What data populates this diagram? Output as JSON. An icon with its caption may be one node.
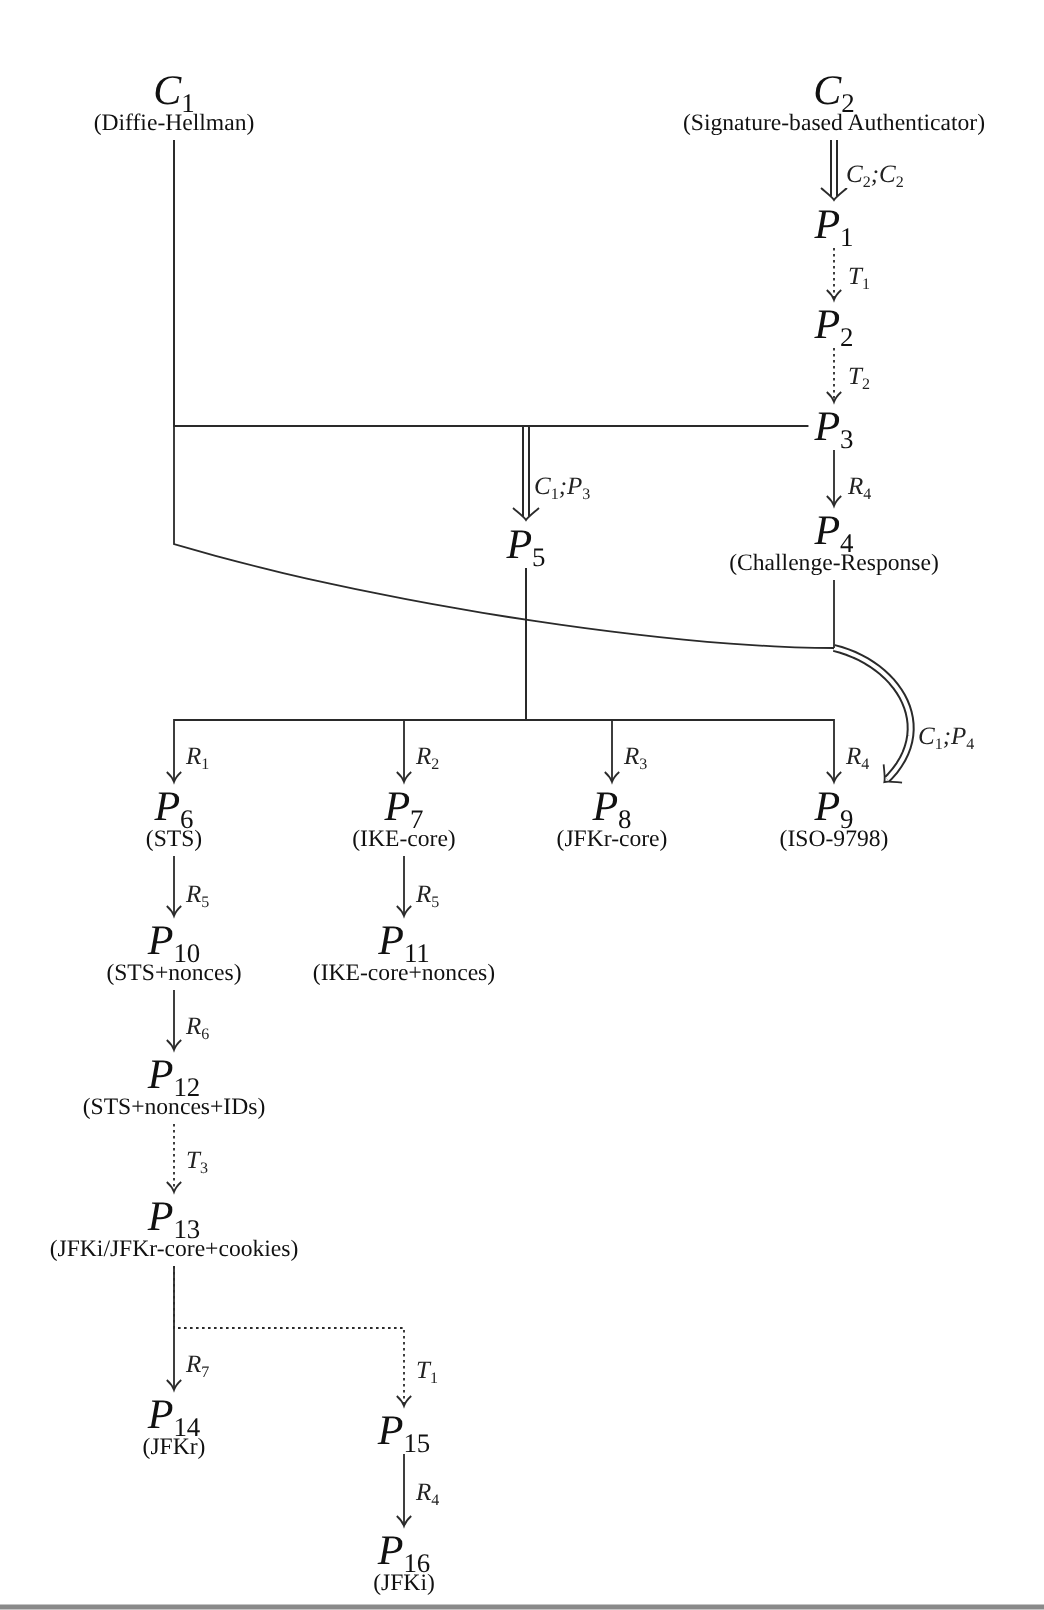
{
  "diagram": {
    "nodes": [
      {
        "text": [
          "C$_{1}$",
          "(Diffie-Hellman)"
        ]
      },
      {
        "text": [
          "C$_{2}$",
          "(Signature-based Authenticator)"
        ]
      },
      {
        "text": [
          "P$_{1}$"
        ]
      },
      {
        "text": [
          "P$_{2}$"
        ]
      },
      {
        "text": [
          "P$_{3}$"
        ]
      },
      {
        "text": [
          "P$_{4}$",
          "(Challenge-Response)"
        ]
      },
      {
        "text": [
          "P$_{5}$"
        ]
      },
      {
        "text": [
          "P$_{6}$",
          "(STS)"
        ]
      },
      {
        "text": [
          "P$_{7}$",
          "(IKE-core)"
        ]
      },
      {
        "text": [
          "P$_{8}$",
          "(JFKr-core)"
        ]
      },
      {
        "text": [
          "P$_{9}$",
          "(ISO-9798)"
        ]
      },
      {
        "text": [
          "P$_{10}$",
          "(STS+nonces)"
        ]
      },
      {
        "text": [
          "P$_{11}$",
          "(IKE-core+nonces)"
        ]
      },
      {
        "text": [
          "P$_{12}$",
          "(STS+nonces+IDs)"
        ]
      },
      {
        "text": [
          "P$_{13}$",
          "(JFKi/JFKr-core+cookies)"
        ]
      },
      {
        "text": [
          "P$_{14}$",
          "(JFKr)"
        ]
      },
      {
        "text": [
          "P$_{15}$"
        ]
      },
      {
        "text": [
          "P$_{16}$",
          "(JFKi)"
        ]
      }
    ],
    "edges": [
      {
        "from": 1,
        "to": 2,
        "arrow": "to",
        "style": "thick",
        "label": "C$_{2}$;C$_{2}$"
      },
      {
        "from": 2,
        "to": 3,
        "arrow": "to",
        "style": "dashed",
        "label": "T$_{1}$"
      },
      {
        "from": 3,
        "to": 4,
        "arrow": "to",
        "style": "dashed",
        "label": "T$_{2}$"
      },
      {
        "from": 0,
        "to": 6,
        "arrow": "to",
        "label": "C$_{1}$;P$_{3}$"
      },
      {
        "from": 4,
        "to": 6,
        "arrow": "to"
      },
      {
        "from": 4,
        "to": 5,
        "arrow": "to",
        "label": "R$_{4}$"
      },
      {
        "from": 0,
        "to": 10,
        "arrow": "to",
        "label": "C$_{1}$;P$_{4}$"
      },
      {
        "from": 5,
        "to": 10,
        "arrow": "to",
        "style": "thick"
      },
      {
        "from": 6,
        "to": 7,
        "arrow": "to",
        "label": "R$_{1}$"
      },
      {
        "from": 6,
        "to": 8,
        "arrow": "to",
        "label": "R$_{2}$"
      },
      {
        "from": 6,
        "to": 9,
        "arrow": "to",
        "label": "R$_{3}$"
      },
      {
        "from": 6,
        "to": 10,
        "arrow": "to",
        "label": "R$_{4}$"
      },
      {
        "from": 7,
        "to": 11,
        "arrow": "to",
        "label": "R$_{5}$"
      },
      {
        "from": 8,
        "to": 12,
        "arrow": "to",
        "label": "R$_{5}$"
      },
      {
        "from": 11,
        "to": 13,
        "arrow": "to",
        "label": "R$_{6}$"
      },
      {
        "from": 13,
        "to": 14,
        "arrow": "to",
        "style": "dashed",
        "label": "T$_{3}$"
      },
      {
        "from": 14,
        "to": 15,
        "arrow": "to",
        "label": "R$_{7}$"
      },
      {
        "from": 14,
        "to": 16,
        "arrow": "to",
        "style": "dashed",
        "label": "T$_{1}$"
      },
      {
        "from": 16,
        "to": 17,
        "arrow": "to",
        "label": "R$_{4}$"
      }
    ]
  }
}
